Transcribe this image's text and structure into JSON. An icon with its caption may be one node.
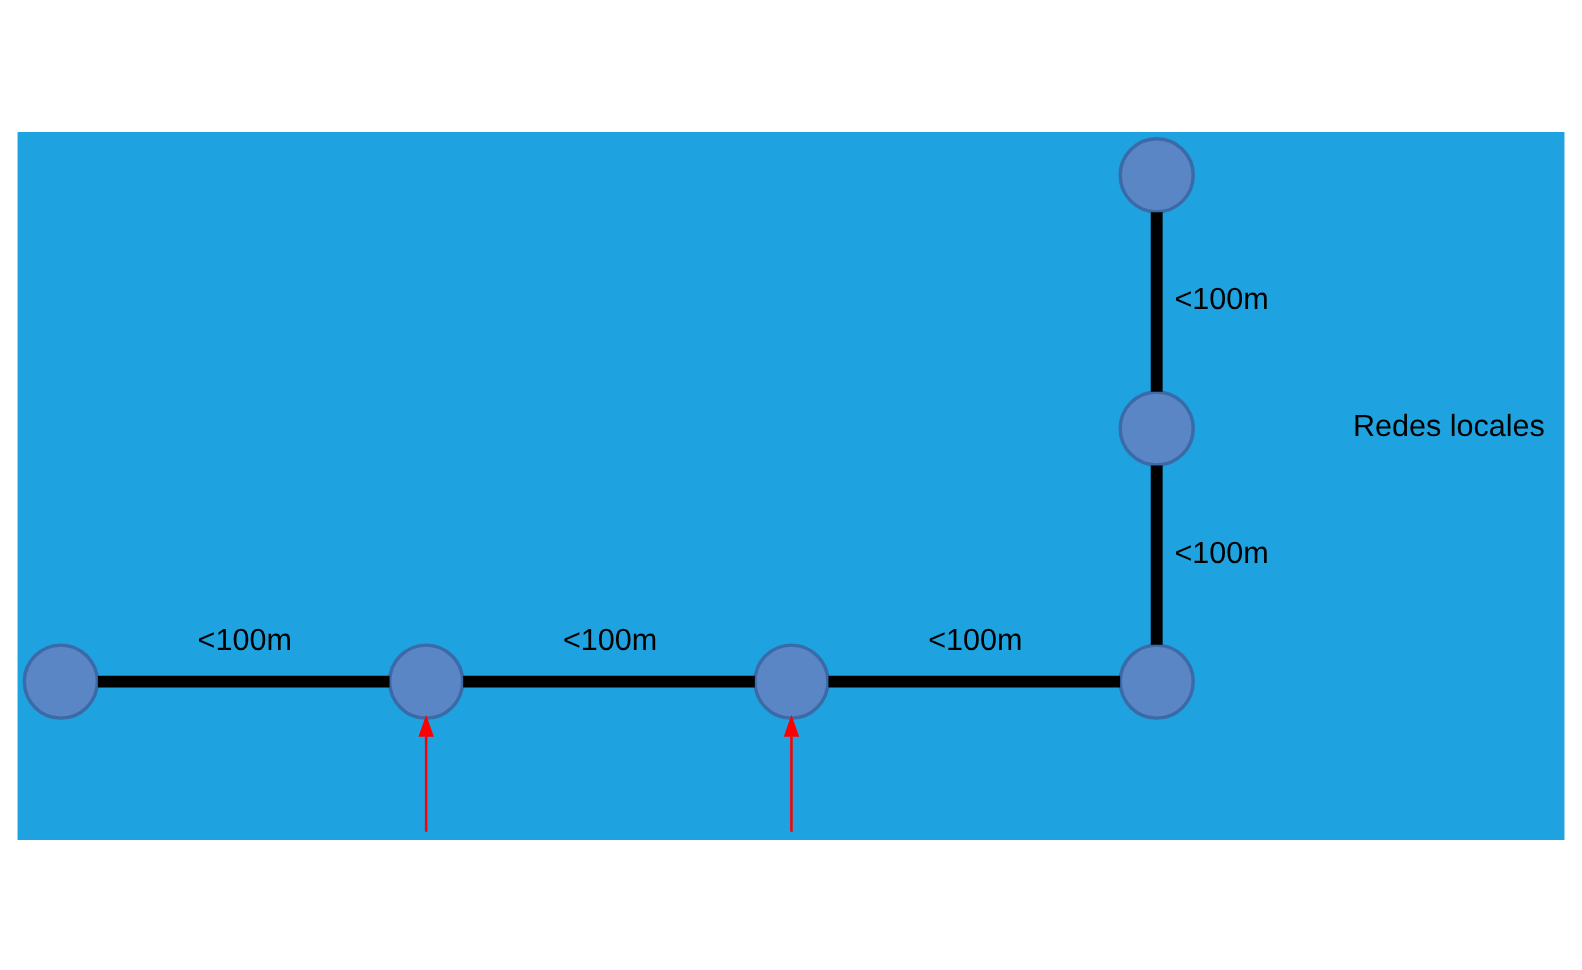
{
  "diagram": {
    "nodes": [
      {
        "text": [],
        "shape": "circle"
      },
      {
        "text": [],
        "shape": "circle"
      },
      {
        "text": [],
        "shape": "circle"
      },
      {
        "text": [],
        "shape": "circle"
      },
      {
        "text": [],
        "shape": "circle"
      },
      {
        "text": [],
        "shape": "circle"
      }
    ],
    "edges": [
      {
        "from": 0,
        "to": 1,
        "arrow": "none",
        "label": "<100m"
      },
      {
        "from": 1,
        "to": 5,
        "arrow": "none",
        "label": "<100m"
      },
      {
        "from": 2,
        "to": 3,
        "arrow": "none",
        "label": "<100m"
      },
      {
        "from": 3,
        "to": 4,
        "arrow": "none",
        "label": "<100m"
      },
      {
        "from": 4,
        "to": 5,
        "arrow": "none",
        "label": "<100m"
      },
      {
        "from": null,
        "to": 3,
        "arrow": "to",
        "color": "#ff0000"
      },
      {
        "from": null,
        "to": 4,
        "arrow": "to",
        "color": "#ff0000"
      }
    ],
    "labels": [
      "Redes locales"
    ]
  }
}
